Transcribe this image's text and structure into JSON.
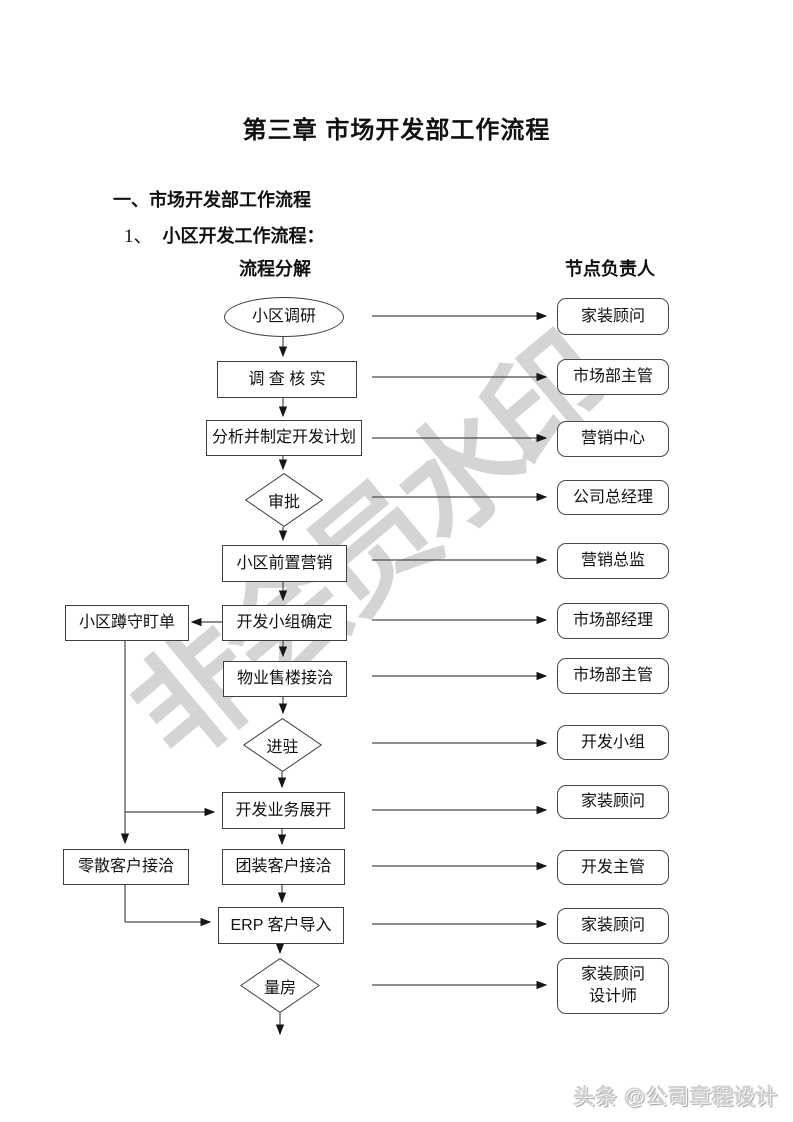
{
  "page": {
    "title": "第三章 市场开发部工作流程",
    "section_heading": "一、市场开发部工作流程",
    "sub_number": "1、",
    "sub_text": "小区开发工作流程：",
    "col_left_header": "流程分解",
    "col_right_header": "节点负责人",
    "watermark": "非会员水印",
    "footer_credit": "头条 @公司章程设计"
  },
  "flow": {
    "steps": [
      {
        "shape": "ellipse",
        "label": "小区调研",
        "owner": "家装顾问"
      },
      {
        "shape": "rect",
        "label": "调 查 核 实",
        "owner": "市场部主管"
      },
      {
        "shape": "rect",
        "label": "分析并制定开发计划",
        "owner": "营销中心"
      },
      {
        "shape": "diamond",
        "label": "审批",
        "owner": "公司总经理"
      },
      {
        "shape": "rect",
        "label": "小区前置营销",
        "owner": "营销总监"
      },
      {
        "shape": "rect",
        "label": "开发小组确定",
        "owner": "市场部经理"
      },
      {
        "shape": "rect",
        "label": "物业售楼接洽",
        "owner": "市场部主管"
      },
      {
        "shape": "diamond",
        "label": "进驻",
        "owner": "开发小组"
      },
      {
        "shape": "rect",
        "label": "开发业务展开",
        "owner": "家装顾问"
      },
      {
        "shape": "rect",
        "label": "团装客户接洽",
        "owner": "开发主管"
      },
      {
        "shape": "rect",
        "label": "ERP 客户导入",
        "owner": "家装顾问"
      },
      {
        "shape": "diamond",
        "label": "量房",
        "owner": "家装顾问\n设计师"
      }
    ],
    "side_nodes": [
      {
        "label": "小区蹲守盯单"
      },
      {
        "label": "零散客户接洽"
      }
    ]
  }
}
